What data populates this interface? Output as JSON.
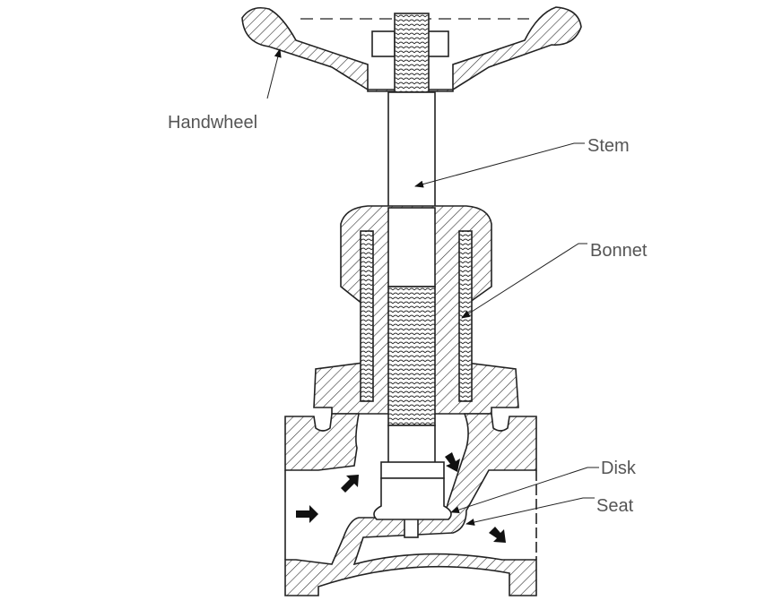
{
  "title": "Globe valve cross-section",
  "labels": {
    "handwheel": "Handwheel",
    "stem": "Stem",
    "bonnet": "Bonnet",
    "disk": "Disk",
    "seat": "Seat"
  },
  "colors": {
    "line": "#222222",
    "label": "#555555",
    "background": "#ffffff"
  }
}
